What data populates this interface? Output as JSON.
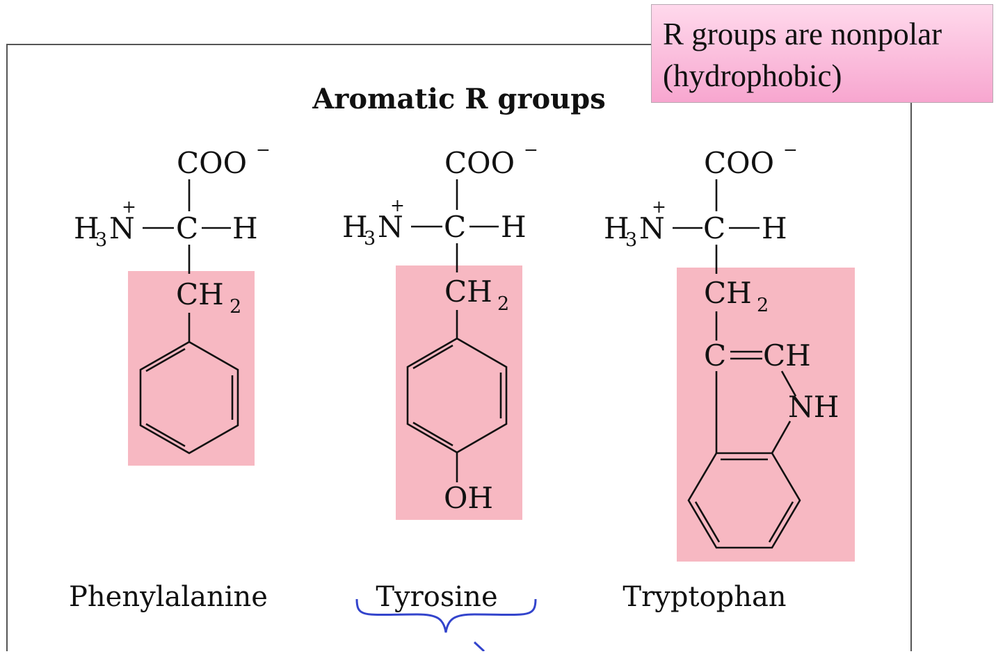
{
  "panel": {
    "title": "Aromatic R groups"
  },
  "note": {
    "text": "R groups are nonpolar\n(hydrophobic)",
    "colors": {
      "top": "#ffd9ec",
      "bottom": "#f7a6cf"
    }
  },
  "colors": {
    "r_group_highlight": "#f7b8c2",
    "brace": "#3344cc"
  },
  "molecules": [
    {
      "name": "Phenylalanine",
      "carboxylate": "COO",
      "amine": "H",
      "amine_n": "N",
      "alpha_c": "C",
      "alpha_h": "H",
      "methylene": "CH",
      "sub3": "3",
      "sub2": "2",
      "charge_plus": "+",
      "charge_minus": "−"
    },
    {
      "name": "Tyrosine",
      "carboxylate": "COO",
      "amine": "H",
      "amine_n": "N",
      "alpha_c": "C",
      "alpha_h": "H",
      "methylene": "CH",
      "sub3": "3",
      "sub2": "2",
      "charge_plus": "+",
      "charge_minus": "−",
      "hydroxyl": "OH"
    },
    {
      "name": "Tryptophan",
      "carboxylate": "COO",
      "amine": "H",
      "amine_n": "N",
      "alpha_c": "C",
      "alpha_h": "H",
      "methylene": "CH",
      "sub3": "3",
      "sub2": "2",
      "charge_plus": "+",
      "charge_minus": "−",
      "ring_c": "C",
      "ring_ch": "CH",
      "ring_nh": "NH"
    }
  ]
}
